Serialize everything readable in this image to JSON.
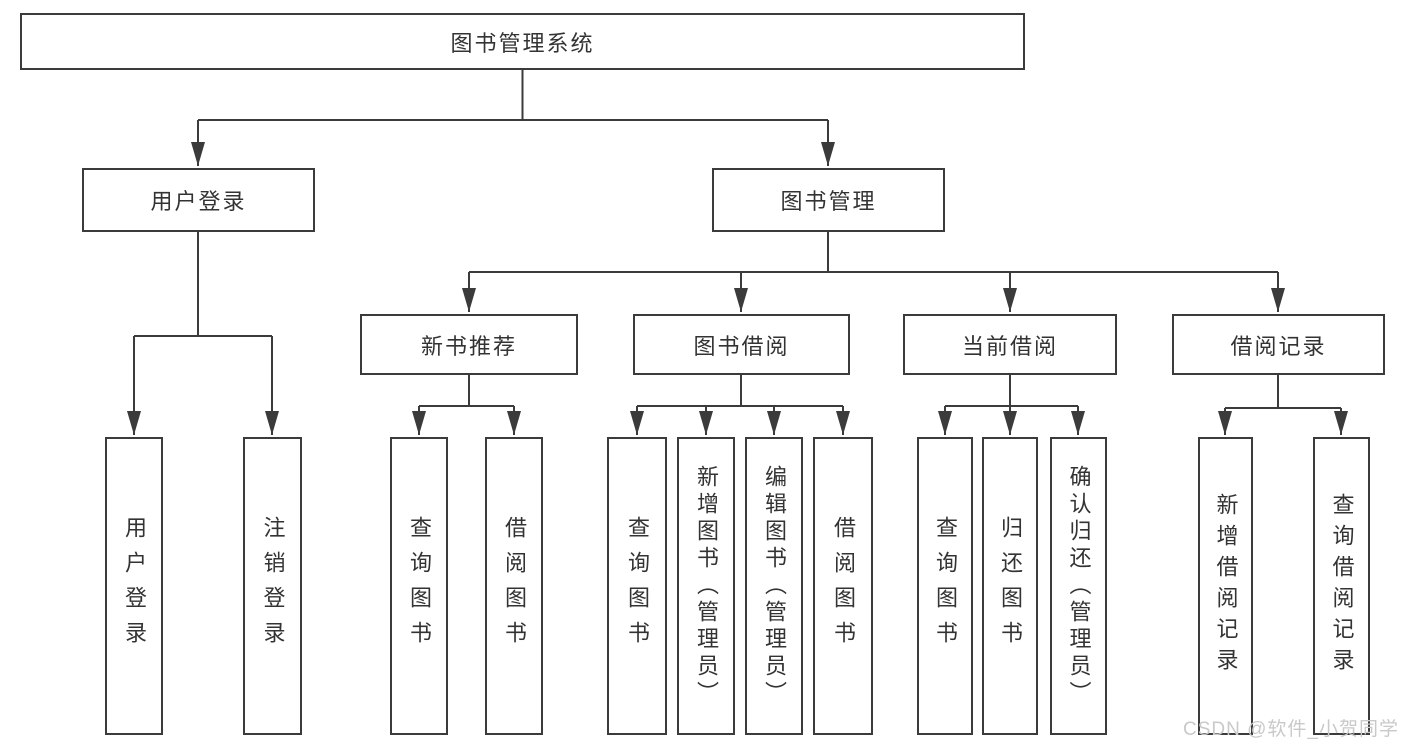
{
  "nodes": {
    "system": {
      "label": "图书管理系统"
    },
    "user_login": {
      "label": "用户登录"
    },
    "book_management": {
      "label": "图书管理"
    },
    "new_book_recommend": {
      "label": "新书推荐"
    },
    "book_borrow": {
      "label": "图书借阅"
    },
    "current_borrow": {
      "label": "当前借阅"
    },
    "borrow_records": {
      "label": "借阅记录"
    },
    "login": {
      "label": "用户登录"
    },
    "logout": {
      "label": "注销登录"
    },
    "recommend_query_books": {
      "label": "查询图书"
    },
    "recommend_borrow_books": {
      "label": "借阅图书"
    },
    "borrow_query_books": {
      "label": "查询图书"
    },
    "borrow_add_books_admin": {
      "label": "新增图书（管理员）"
    },
    "borrow_edit_books_admin": {
      "label": "编辑图书（管理员）"
    },
    "borrow_borrow_books": {
      "label": "借阅图书"
    },
    "current_query_books": {
      "label": "查询图书"
    },
    "current_return_books": {
      "label": "归还图书"
    },
    "current_confirm_return_admin": {
      "label": "确认归还（管理员）"
    },
    "records_add_record": {
      "label": "新增借阅记录"
    },
    "records_query_record": {
      "label": "查询借阅记录"
    }
  },
  "colors": {
    "line": "#3b3b3b",
    "text": "#333333",
    "box_background": "#ffffff",
    "watermark": "#c9c9c9"
  },
  "watermark": {
    "text": "CSDN @软件_小贺同学"
  }
}
